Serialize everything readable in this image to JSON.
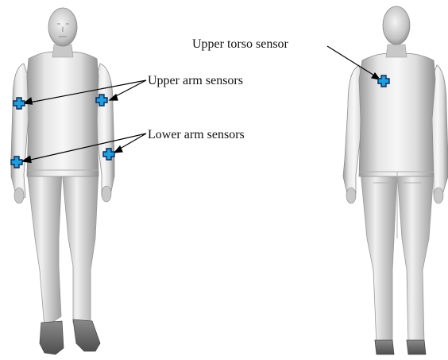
{
  "labels": {
    "upper_arm": "Upper arm sensors",
    "lower_arm": "Lower arm sensors",
    "upper_torso": "Upper torso sensor"
  },
  "figures": {
    "front": "human-figure-front-view",
    "back": "human-figure-back-view"
  },
  "colors": {
    "sensor_fill": "#1f9fe0",
    "sensor_outline": "#0a2a55",
    "body_light": "#f2f2f2",
    "body_dark": "#8e8e8e",
    "arrow": "#000000"
  }
}
